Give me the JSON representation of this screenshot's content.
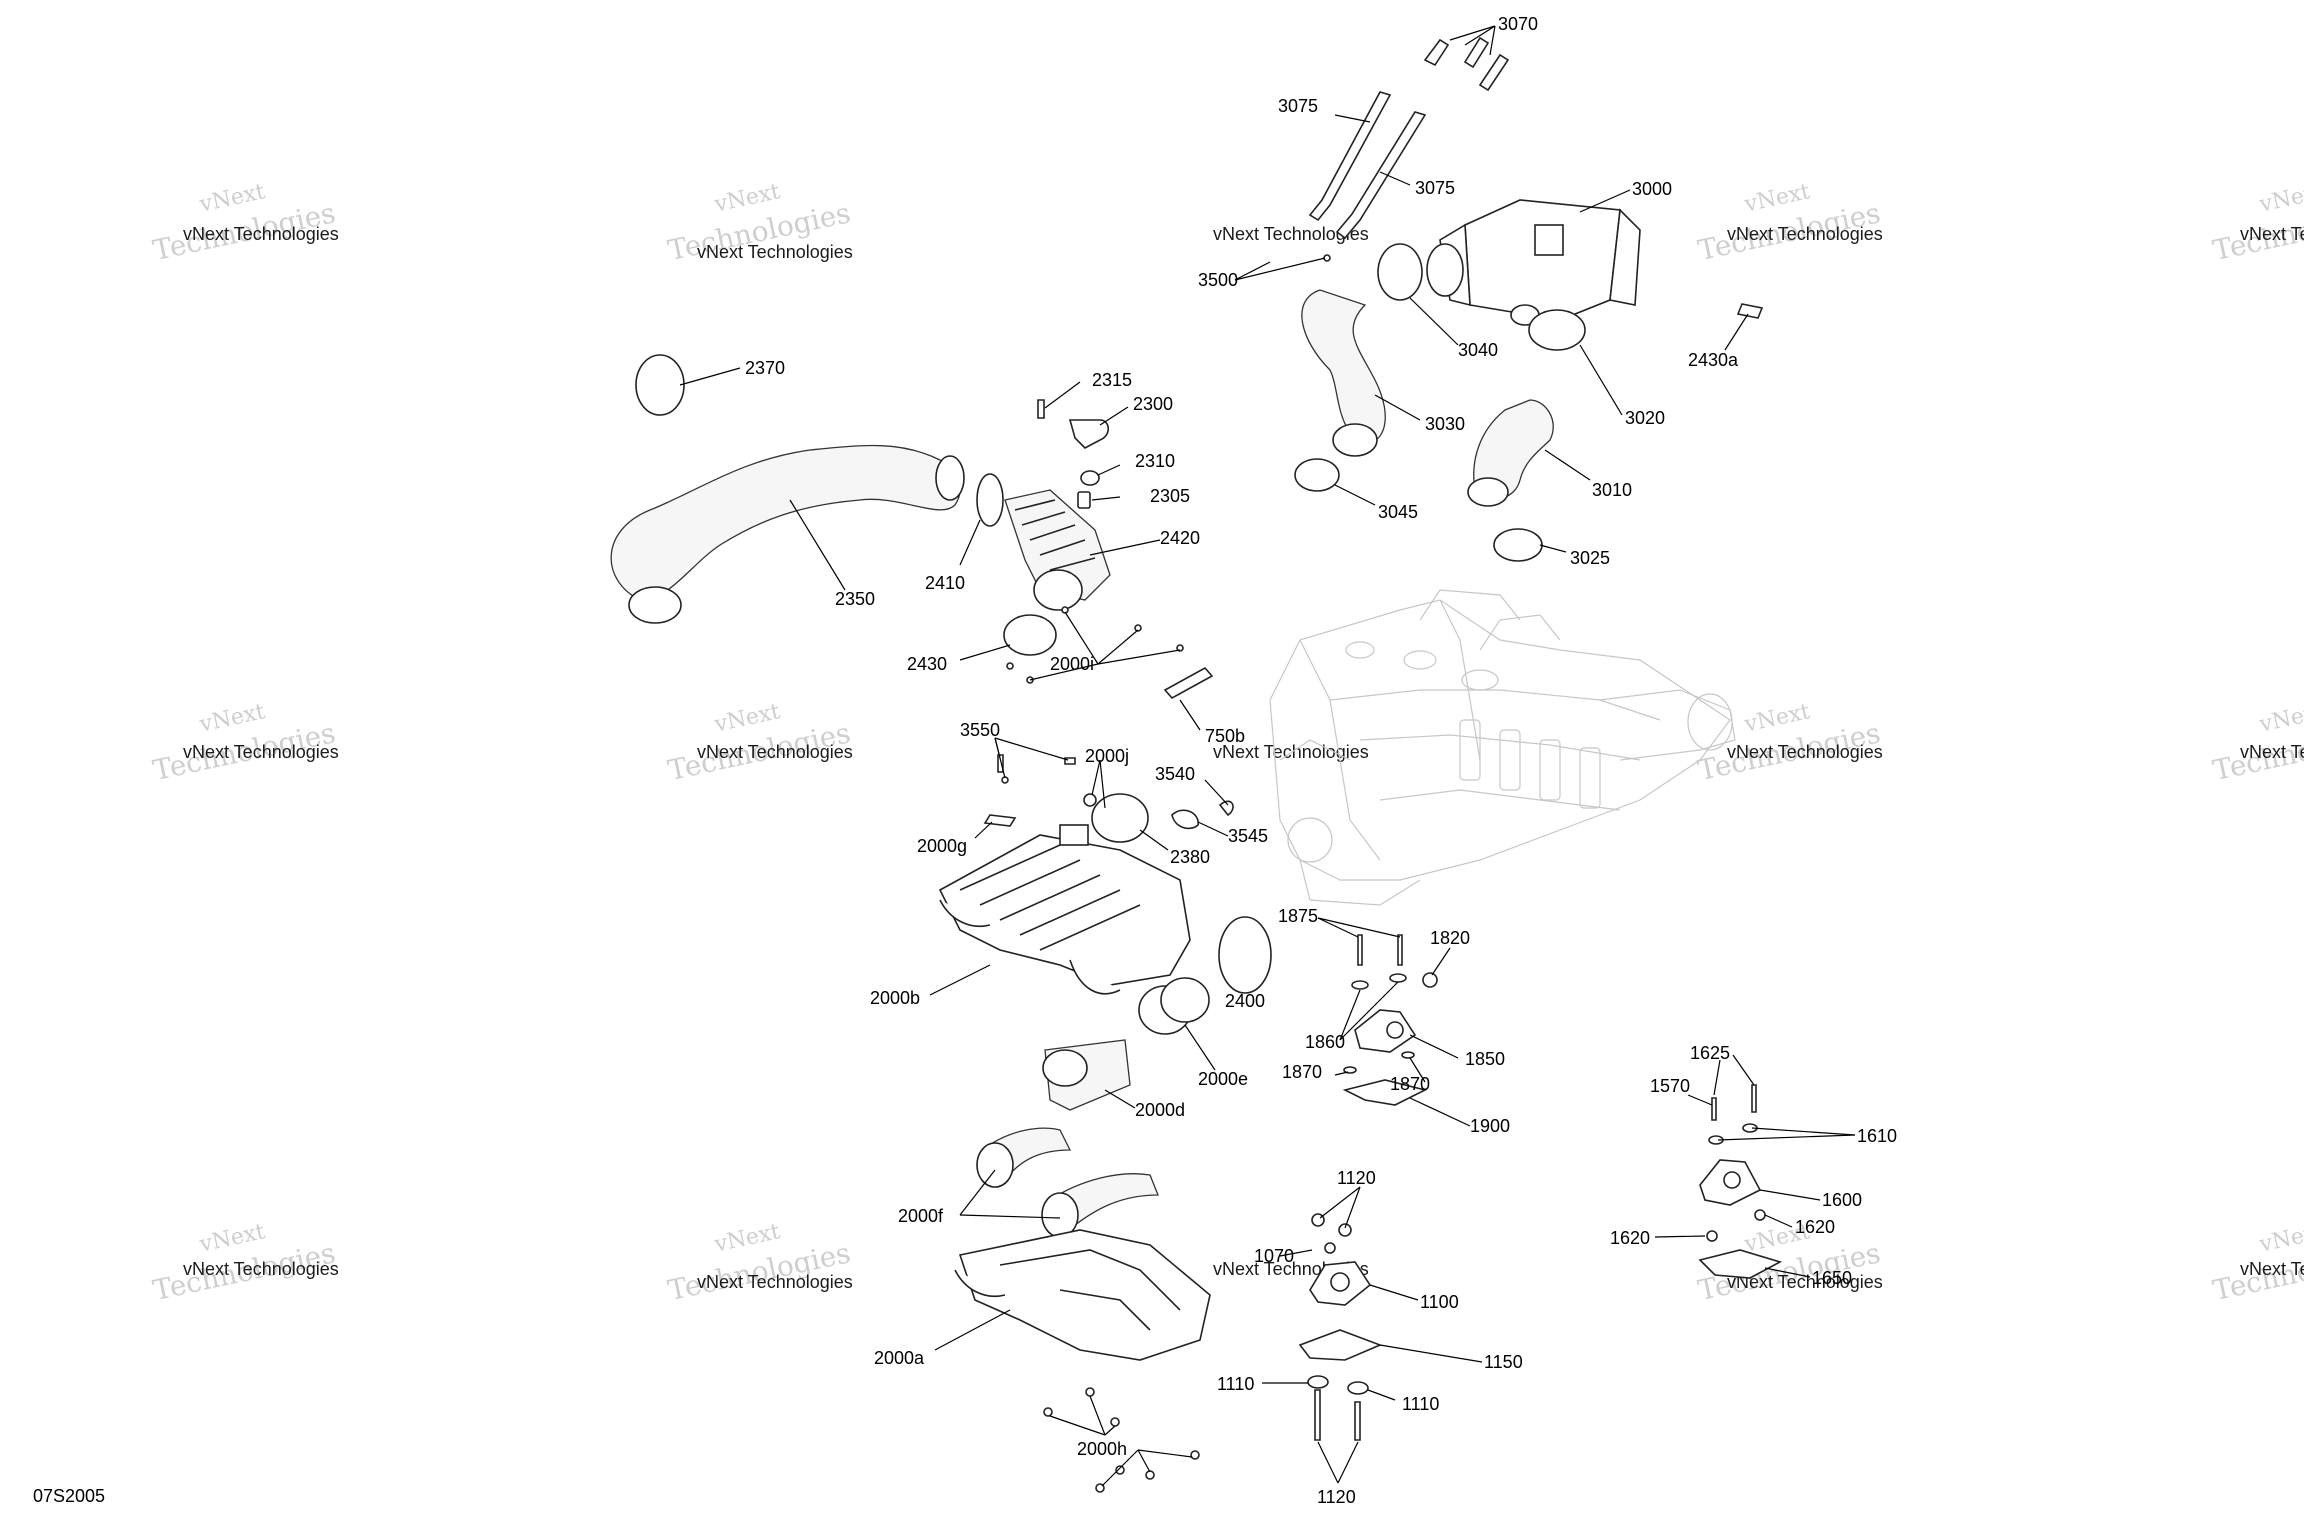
{
  "diagram": {
    "code": "07S2005",
    "watermark": {
      "line1": "vNext Technologies",
      "line2": "vNext",
      "line3": "Technologies"
    },
    "callouts": [
      {
        "id": "3070",
        "text": "3070"
      },
      {
        "id": "3075a",
        "text": "3075"
      },
      {
        "id": "3075b",
        "text": "3075"
      },
      {
        "id": "3000",
        "text": "3000"
      },
      {
        "id": "3500",
        "text": "3500"
      },
      {
        "id": "3040",
        "text": "3040"
      },
      {
        "id": "2430a",
        "text": "2430a"
      },
      {
        "id": "3030",
        "text": "3030"
      },
      {
        "id": "3020",
        "text": "3020"
      },
      {
        "id": "3045",
        "text": "3045"
      },
      {
        "id": "3010",
        "text": "3010"
      },
      {
        "id": "3025",
        "text": "3025"
      },
      {
        "id": "2370",
        "text": "2370"
      },
      {
        "id": "2315",
        "text": "2315"
      },
      {
        "id": "2300",
        "text": "2300"
      },
      {
        "id": "2310",
        "text": "2310"
      },
      {
        "id": "2305",
        "text": "2305"
      },
      {
        "id": "2420",
        "text": "2420"
      },
      {
        "id": "2350",
        "text": "2350"
      },
      {
        "id": "2410",
        "text": "2410"
      },
      {
        "id": "2430",
        "text": "2430"
      },
      {
        "id": "2000i",
        "text": "2000i"
      },
      {
        "id": "750b",
        "text": "750b"
      },
      {
        "id": "3550",
        "text": "3550"
      },
      {
        "id": "2000j",
        "text": "2000j"
      },
      {
        "id": "3540",
        "text": "3540"
      },
      {
        "id": "2000g",
        "text": "2000g"
      },
      {
        "id": "3545",
        "text": "3545"
      },
      {
        "id": "2380",
        "text": "2380"
      },
      {
        "id": "1875",
        "text": "1875"
      },
      {
        "id": "1820",
        "text": "1820"
      },
      {
        "id": "2400",
        "text": "2400"
      },
      {
        "id": "2000b",
        "text": "2000b"
      },
      {
        "id": "1860",
        "text": "1860"
      },
      {
        "id": "1850",
        "text": "1850"
      },
      {
        "id": "2000e",
        "text": "2000e"
      },
      {
        "id": "1870a",
        "text": "1870"
      },
      {
        "id": "1870b",
        "text": "1870"
      },
      {
        "id": "1625",
        "text": "1625"
      },
      {
        "id": "2000d",
        "text": "2000d"
      },
      {
        "id": "1570",
        "text": "1570"
      },
      {
        "id": "1900",
        "text": "1900"
      },
      {
        "id": "1610",
        "text": "1610"
      },
      {
        "id": "1120a",
        "text": "1120"
      },
      {
        "id": "1600",
        "text": "1600"
      },
      {
        "id": "2000f",
        "text": "2000f"
      },
      {
        "id": "1620a",
        "text": "1620"
      },
      {
        "id": "1620b",
        "text": "1620"
      },
      {
        "id": "1070",
        "text": "1070"
      },
      {
        "id": "1650",
        "text": "1650"
      },
      {
        "id": "1100",
        "text": "1100"
      },
      {
        "id": "2000a",
        "text": "2000a"
      },
      {
        "id": "1150",
        "text": "1150"
      },
      {
        "id": "1110a",
        "text": "1110"
      },
      {
        "id": "1110b",
        "text": "1110"
      },
      {
        "id": "2000h",
        "text": "2000h"
      },
      {
        "id": "1120b",
        "text": "1120"
      }
    ]
  }
}
